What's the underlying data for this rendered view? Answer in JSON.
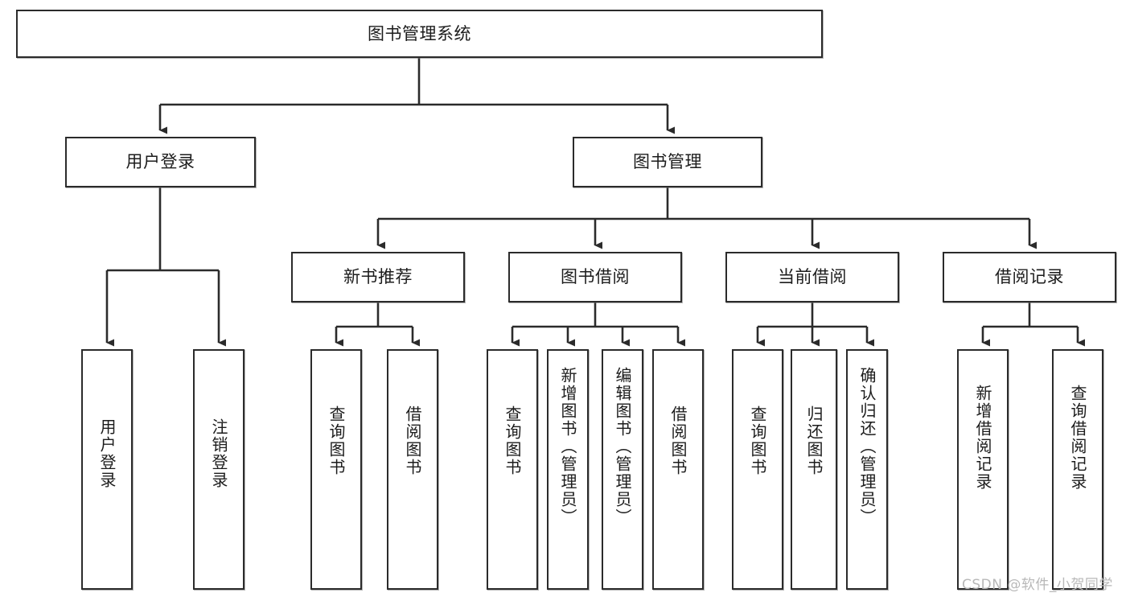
{
  "diagram": {
    "title": "图书管理系统",
    "type": "tree-hierarchy-chart",
    "root": {
      "id": "root",
      "label": "图书管理系统"
    },
    "level2": [
      {
        "id": "user-login",
        "label": "用户登录"
      },
      {
        "id": "book-management",
        "label": "图书管理"
      }
    ],
    "level3": [
      {
        "id": "new-book-recommend",
        "label": "新书推荐",
        "parent": "book-management"
      },
      {
        "id": "book-borrow",
        "label": "图书借阅",
        "parent": "book-management"
      },
      {
        "id": "current-borrow",
        "label": "当前借阅",
        "parent": "book-management"
      },
      {
        "id": "borrow-record",
        "label": "借阅记录",
        "parent": "book-management"
      }
    ],
    "leaves": [
      {
        "id": "leaf-user-login",
        "label": "用户登录",
        "parent": "user-login"
      },
      {
        "id": "leaf-logout",
        "label": "注销登录",
        "parent": "user-login"
      },
      {
        "id": "leaf-query-book-1",
        "label": "查询图书",
        "parent": "new-book-recommend"
      },
      {
        "id": "leaf-borrow-book-1",
        "label": "借阅图书",
        "parent": "new-book-recommend"
      },
      {
        "id": "leaf-query-book-2",
        "label": "查询图书",
        "parent": "book-borrow"
      },
      {
        "id": "leaf-add-book",
        "label": "新增图书（管理员）",
        "parent": "book-borrow"
      },
      {
        "id": "leaf-edit-book",
        "label": "编辑图书（管理员）",
        "parent": "book-borrow"
      },
      {
        "id": "leaf-borrow-book-2",
        "label": "借阅图书",
        "parent": "book-borrow"
      },
      {
        "id": "leaf-query-book-3",
        "label": "查询图书",
        "parent": "current-borrow"
      },
      {
        "id": "leaf-return-book",
        "label": "归还图书",
        "parent": "current-borrow"
      },
      {
        "id": "leaf-confirm-return",
        "label": "确认归还（管理员）",
        "parent": "current-borrow"
      },
      {
        "id": "leaf-add-record",
        "label": "新增借阅记录",
        "parent": "borrow-record"
      },
      {
        "id": "leaf-query-record",
        "label": "查询借阅记录",
        "parent": "borrow-record"
      }
    ],
    "colors": {
      "node_border": "#2b2b2b",
      "node_fill": "#ffffff",
      "edge": "#2b2b2b",
      "text": "#1c1c1c",
      "watermark": "#b8b8b8",
      "background": "#ffffff"
    }
  },
  "watermark": {
    "text": "CSDN @软件_小贺同学"
  }
}
